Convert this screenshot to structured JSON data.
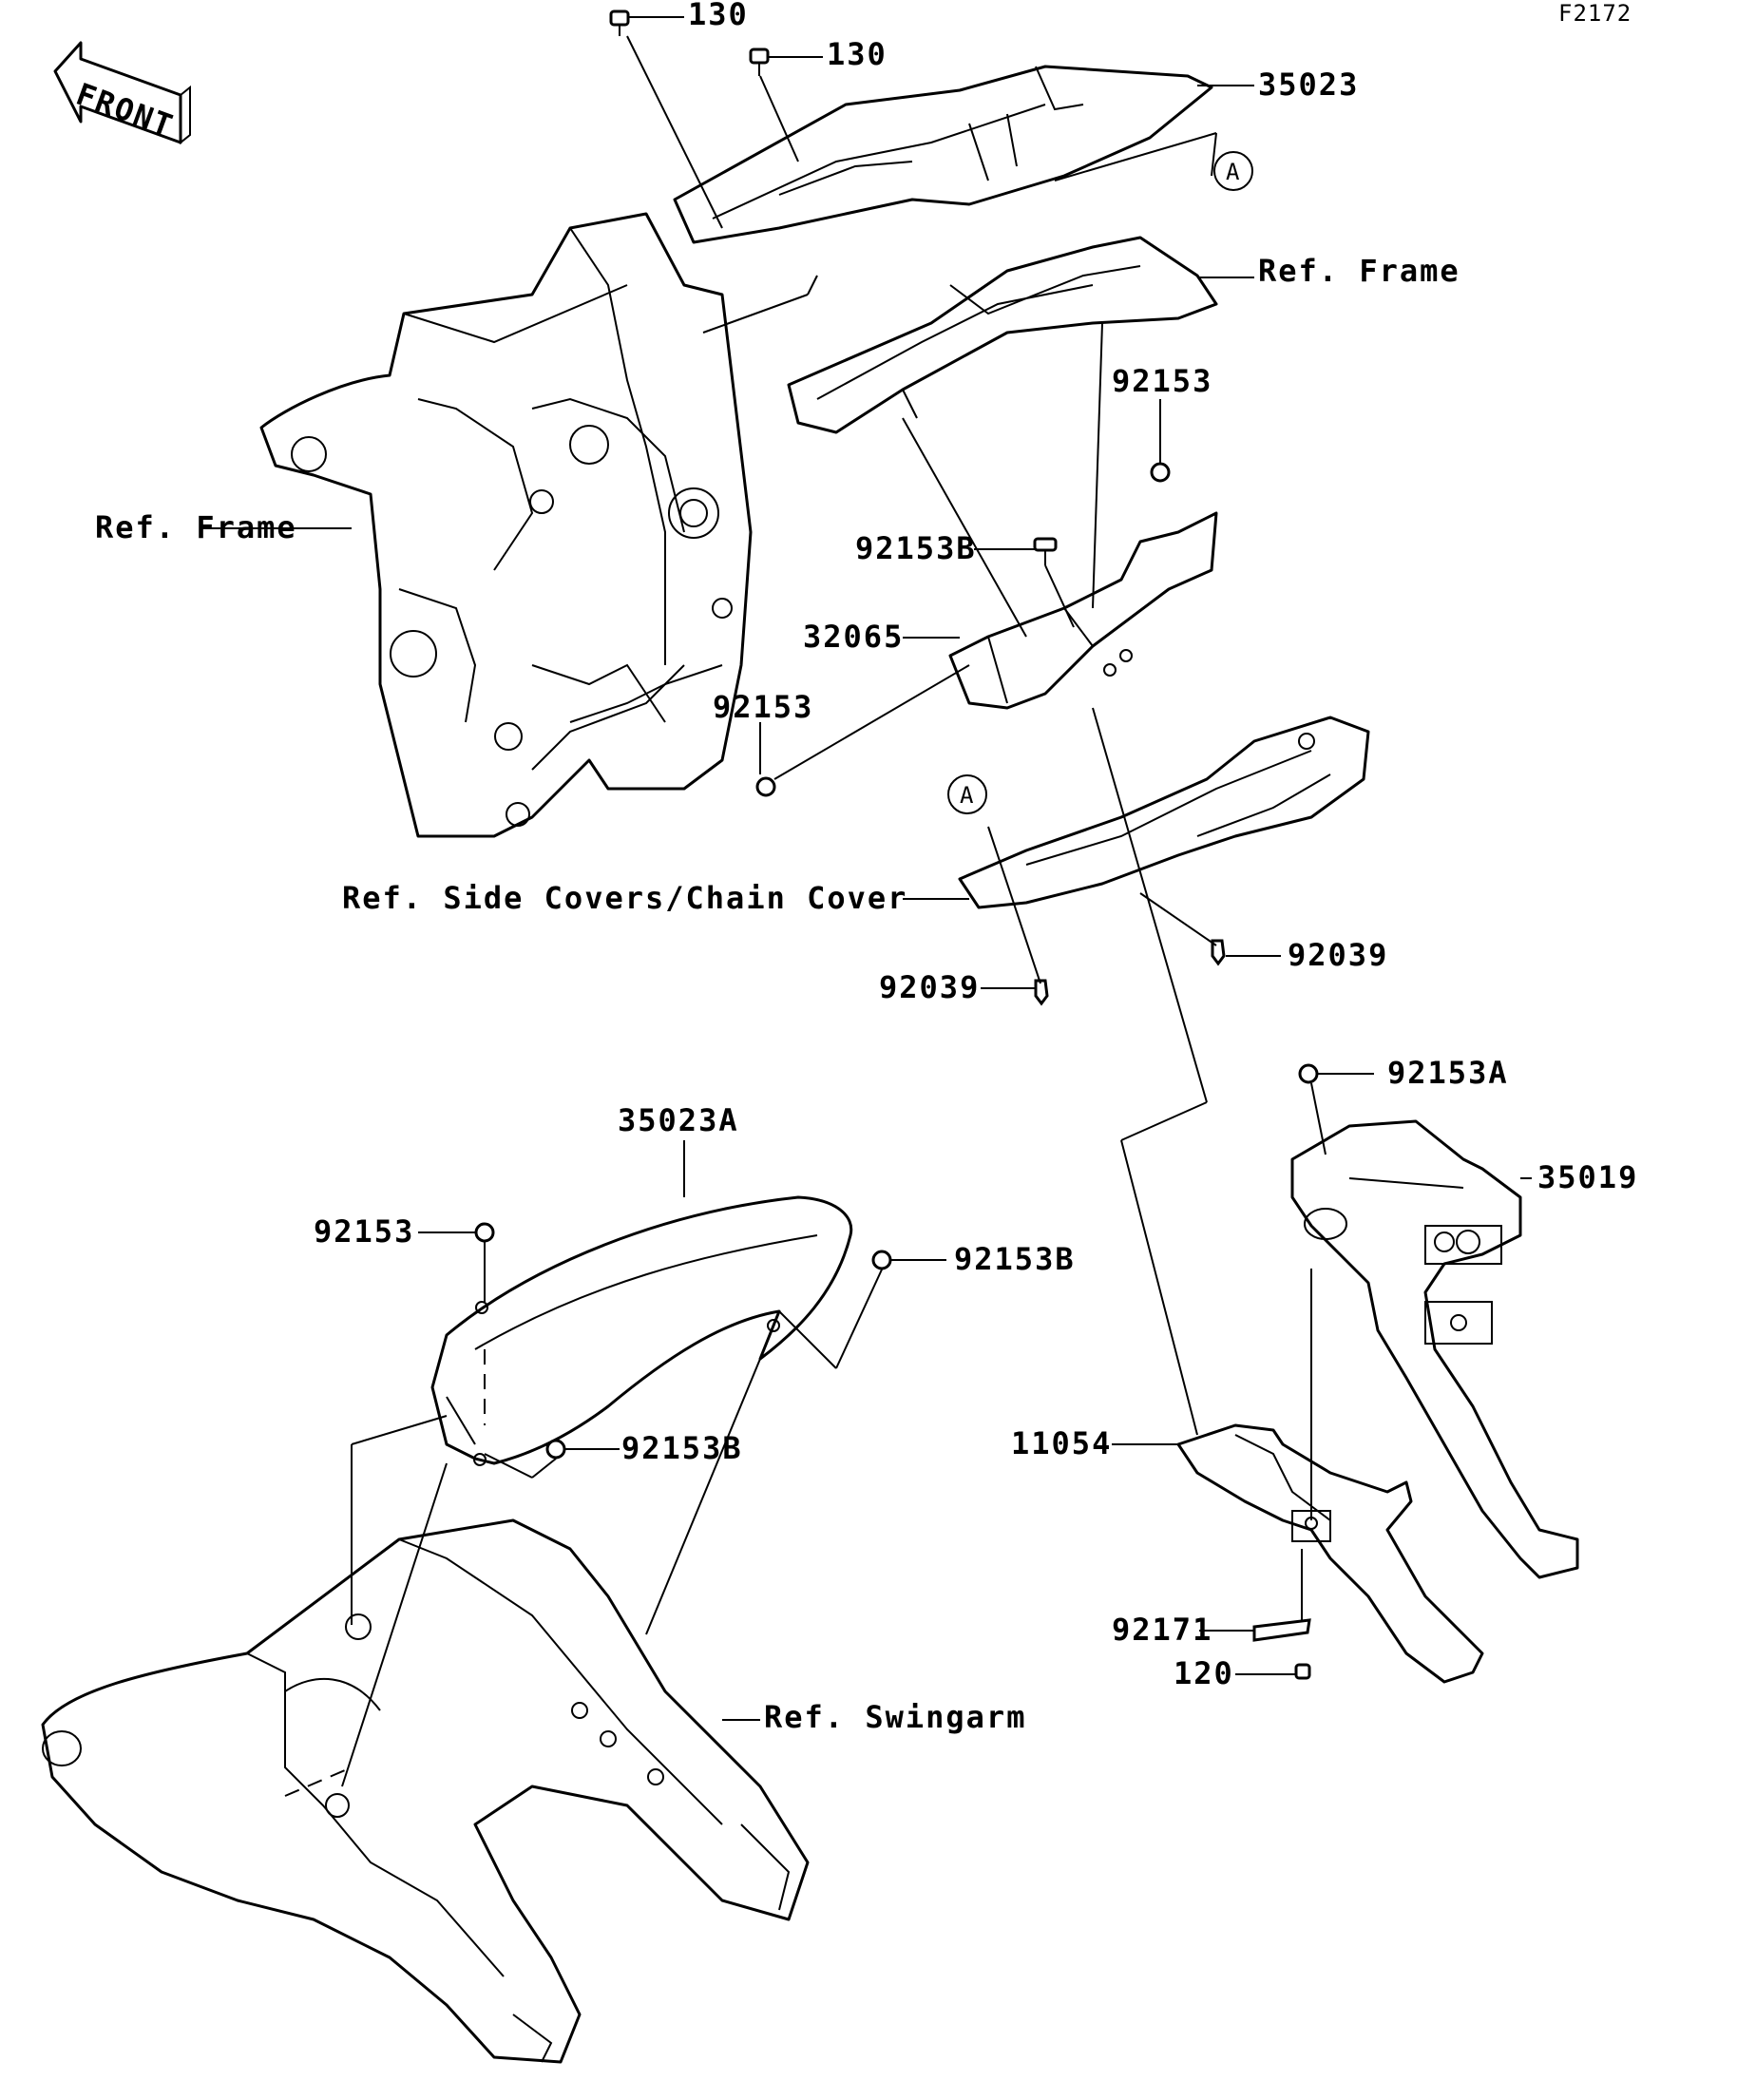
{
  "diagram_code": "F2172",
  "front_arrow_label": "FRONT",
  "labels": {
    "p130_a": "130",
    "p130_b": "130",
    "p35023": "35023",
    "ref_a_top": "A",
    "ref_frame_right": "Ref. Frame",
    "p92153_top": "92153",
    "ref_frame_left": "Ref. Frame",
    "p92153B_mid": "92153B",
    "p32065": "32065",
    "p92153_mid": "92153",
    "ref_a_mid": "A",
    "ref_side_covers": "Ref. Side Covers/Chain Cover",
    "p92039_right": "92039",
    "p92039_left": "92039",
    "p92153A": "92153A",
    "p35019": "35019",
    "p35023A": "35023A",
    "p92153_low": "92153",
    "p92153B_right": "92153B",
    "p92153B_low": "92153B",
    "p11054": "11054",
    "p92171": "92171",
    "p120": "120",
    "ref_swingarm": "Ref. Swingarm"
  }
}
